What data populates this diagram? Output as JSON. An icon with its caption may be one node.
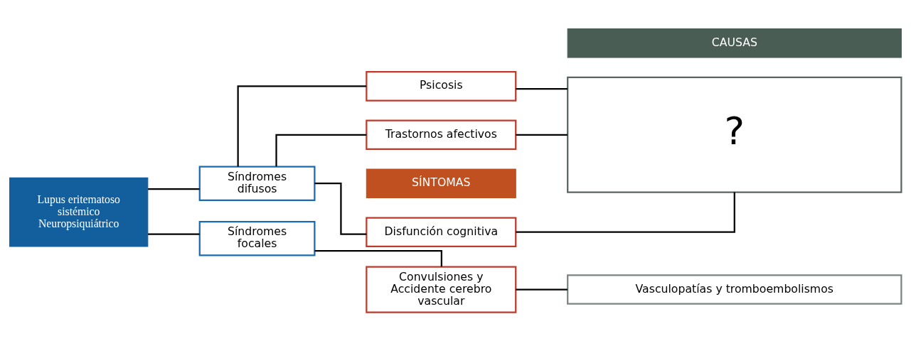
{
  "diagram": {
    "nodes": [
      {
        "text": [
          "SÍNTOMAS"
        ]
      },
      {
        "text": [
          "CAUSAS"
        ]
      },
      {
        "text": [
          "Lupus eritematoso sistémico Neuropsiquiátrico"
        ]
      },
      {
        "text": [
          "Síndromes difusos"
        ]
      },
      {
        "text": [
          "Síndromes focales"
        ]
      },
      {
        "text": [
          "Disfunción cognitiva"
        ]
      },
      {
        "text": [
          "Trastornos afectivos"
        ]
      },
      {
        "text": [
          "Psicosis"
        ]
      },
      {
        "text": [
          "Convulsiones y Accidente cerebro vascular"
        ]
      },
      {
        "text": [
          "?"
        ]
      },
      {
        "text": [
          "Vasculopatías y tromboembolismos"
        ]
      }
    ],
    "edges": [
      {
        "from": 2,
        "to": 3,
        "arrow": "none"
      },
      {
        "from": 2,
        "to": 4,
        "arrow": "none"
      },
      {
        "from": 3,
        "to": 5,
        "arrow": "none"
      },
      {
        "from": 3,
        "to": 6,
        "arrow": "none"
      },
      {
        "from": 3,
        "to": 7,
        "arrow": "none"
      },
      {
        "from": 5,
        "to": 9,
        "arrow": "none"
      },
      {
        "from": 6,
        "to": 9,
        "arrow": "none"
      },
      {
        "from": 7,
        "to": 9,
        "arrow": "none"
      },
      {
        "from": 4,
        "to": 8,
        "arrow": "none"
      },
      {
        "from": 8,
        "to": 10,
        "arrow": "none"
      }
    ]
  }
}
